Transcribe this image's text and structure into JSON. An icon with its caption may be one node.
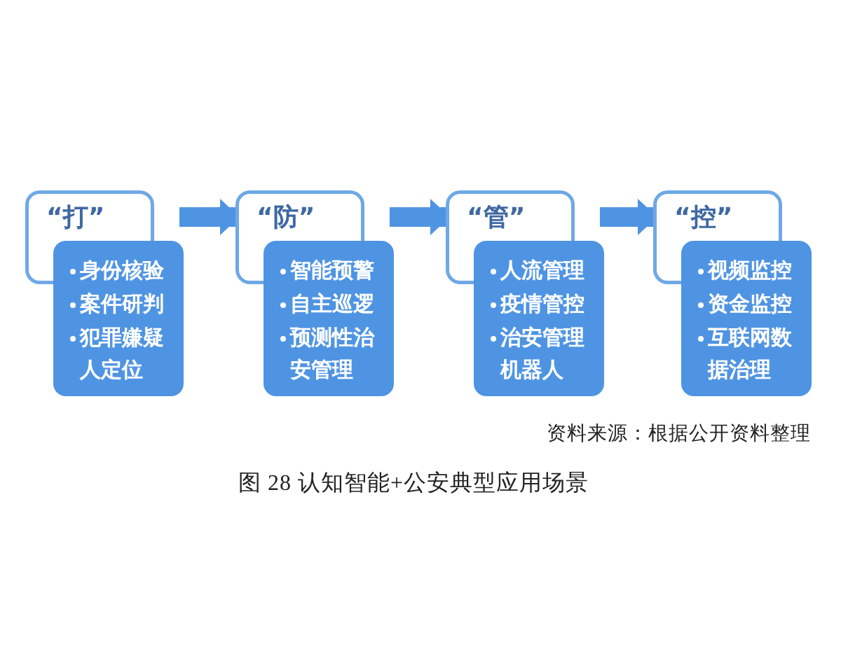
{
  "diagram": {
    "caption": "图 28 认知智能+公安典型应用场景",
    "nodes": [
      {
        "text": [
          "“打”",
          "身份核验",
          "案件研判",
          "犯罪嫌疑人定位"
        ]
      },
      {
        "text": [
          "“防”",
          "智能预警",
          "自主巡逻",
          "预测性治安管理"
        ]
      },
      {
        "text": [
          "“管”",
          "人流管理",
          "疫情管控",
          "治安管理机器人"
        ]
      },
      {
        "text": [
          "“控”",
          "视频监控",
          "资金监控",
          "互联网数据治理"
        ]
      }
    ],
    "edges": [
      {
        "from": 0,
        "to": 1,
        "arrow": "to"
      },
      {
        "from": 1,
        "to": 2,
        "arrow": "to"
      },
      {
        "from": 2,
        "to": 3,
        "arrow": "to"
      }
    ],
    "labels": [
      "资料来源：根据公开资料整理"
    ]
  }
}
